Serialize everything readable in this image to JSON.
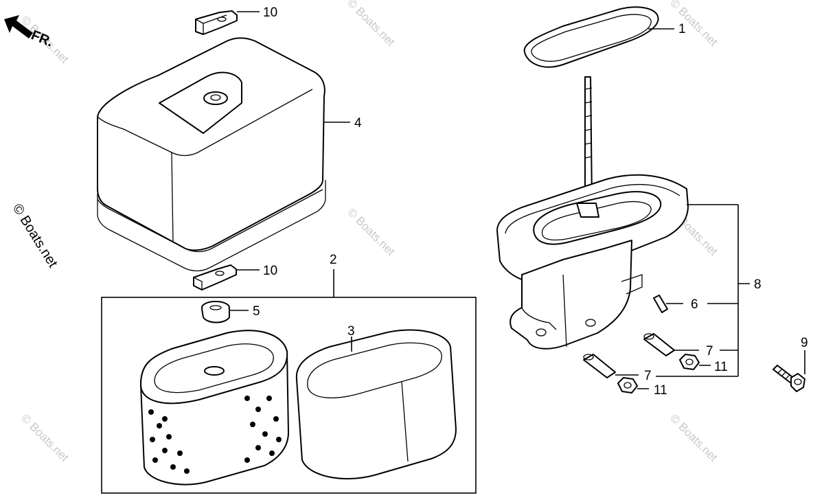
{
  "orientation_label": "FR.",
  "watermark_text": "© Boats.net",
  "side_watermark_text": "© Boats.net",
  "callouts": [
    {
      "id": "1",
      "label": "1"
    },
    {
      "id": "2",
      "label": "2"
    },
    {
      "id": "3",
      "label": "3"
    },
    {
      "id": "4",
      "label": "4"
    },
    {
      "id": "5",
      "label": "5"
    },
    {
      "id": "6",
      "label": "6"
    },
    {
      "id": "7a",
      "label": "7"
    },
    {
      "id": "7b",
      "label": "7"
    },
    {
      "id": "8",
      "label": "8"
    },
    {
      "id": "9",
      "label": "9"
    },
    {
      "id": "10a",
      "label": "10"
    },
    {
      "id": "10b",
      "label": "10"
    },
    {
      "id": "11a",
      "label": "11"
    },
    {
      "id": "11b",
      "label": "11"
    }
  ],
  "icons": {
    "orientation_arrow": "arrow-up-left-icon"
  }
}
